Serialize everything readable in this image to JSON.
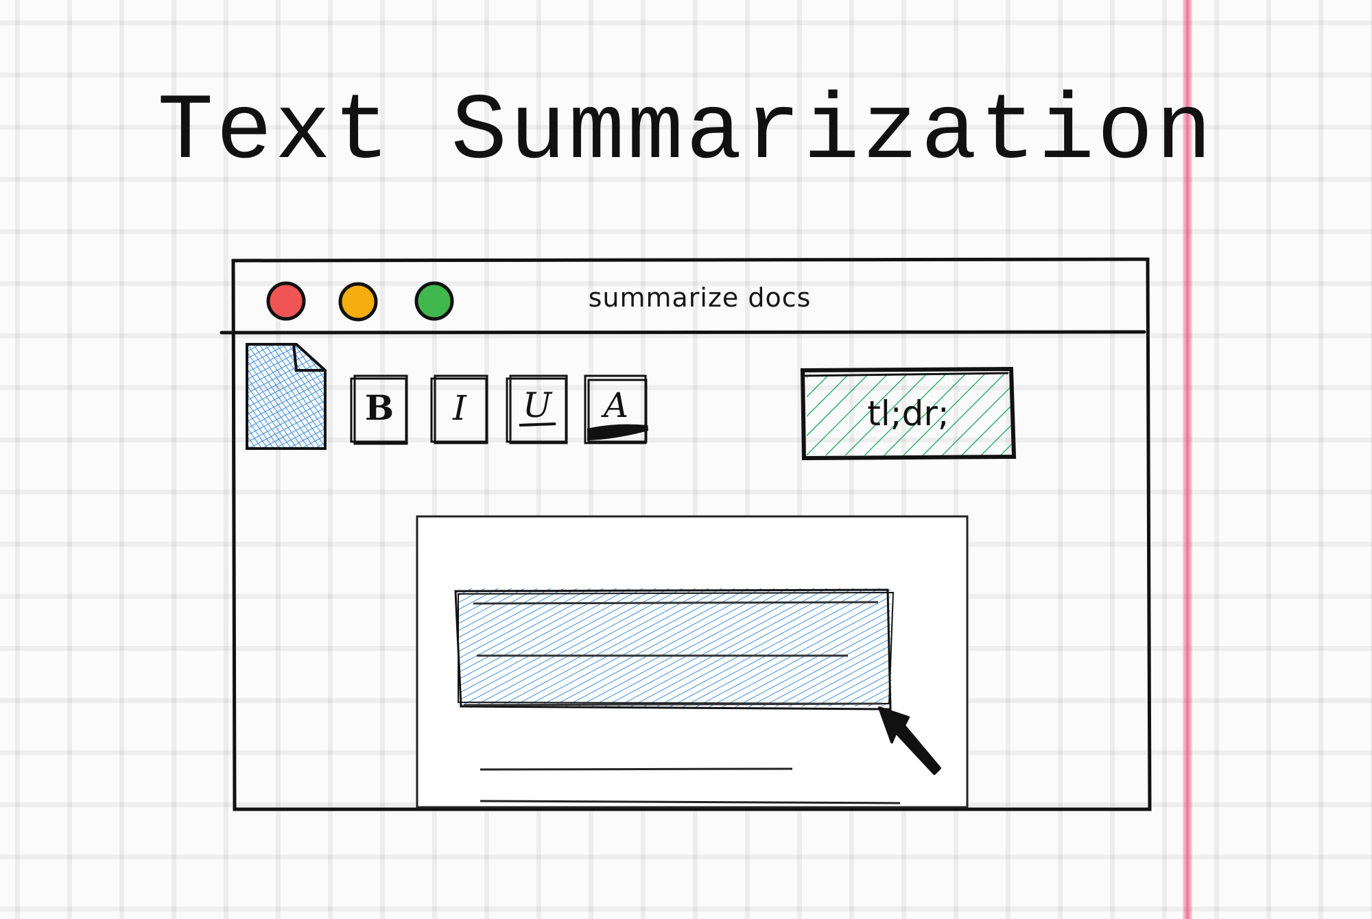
{
  "page": {
    "title": "Text Summarization"
  },
  "window": {
    "title": "summarize docs",
    "traffic_lights": {
      "close_color": "#f05454",
      "minimize_color": "#f6ad0f",
      "maximize_color": "#40b84e"
    }
  },
  "toolbar": {
    "file_icon": "document-icon",
    "buttons": [
      {
        "label": "B",
        "icon": "bold-icon"
      },
      {
        "label": "I",
        "icon": "italic-icon"
      },
      {
        "label": "U",
        "icon": "underline-icon"
      },
      {
        "label": "A",
        "icon": "font-color-icon"
      }
    ],
    "tldr_label": "tl;dr;"
  },
  "document": {
    "selection_color": "#3a8ee0",
    "cursor_icon": "mouse-pointer-icon"
  },
  "colors": {
    "accent_blue": "#3a8ee0",
    "accent_green": "#2fb36b",
    "margin_pink": "#e8467a"
  }
}
